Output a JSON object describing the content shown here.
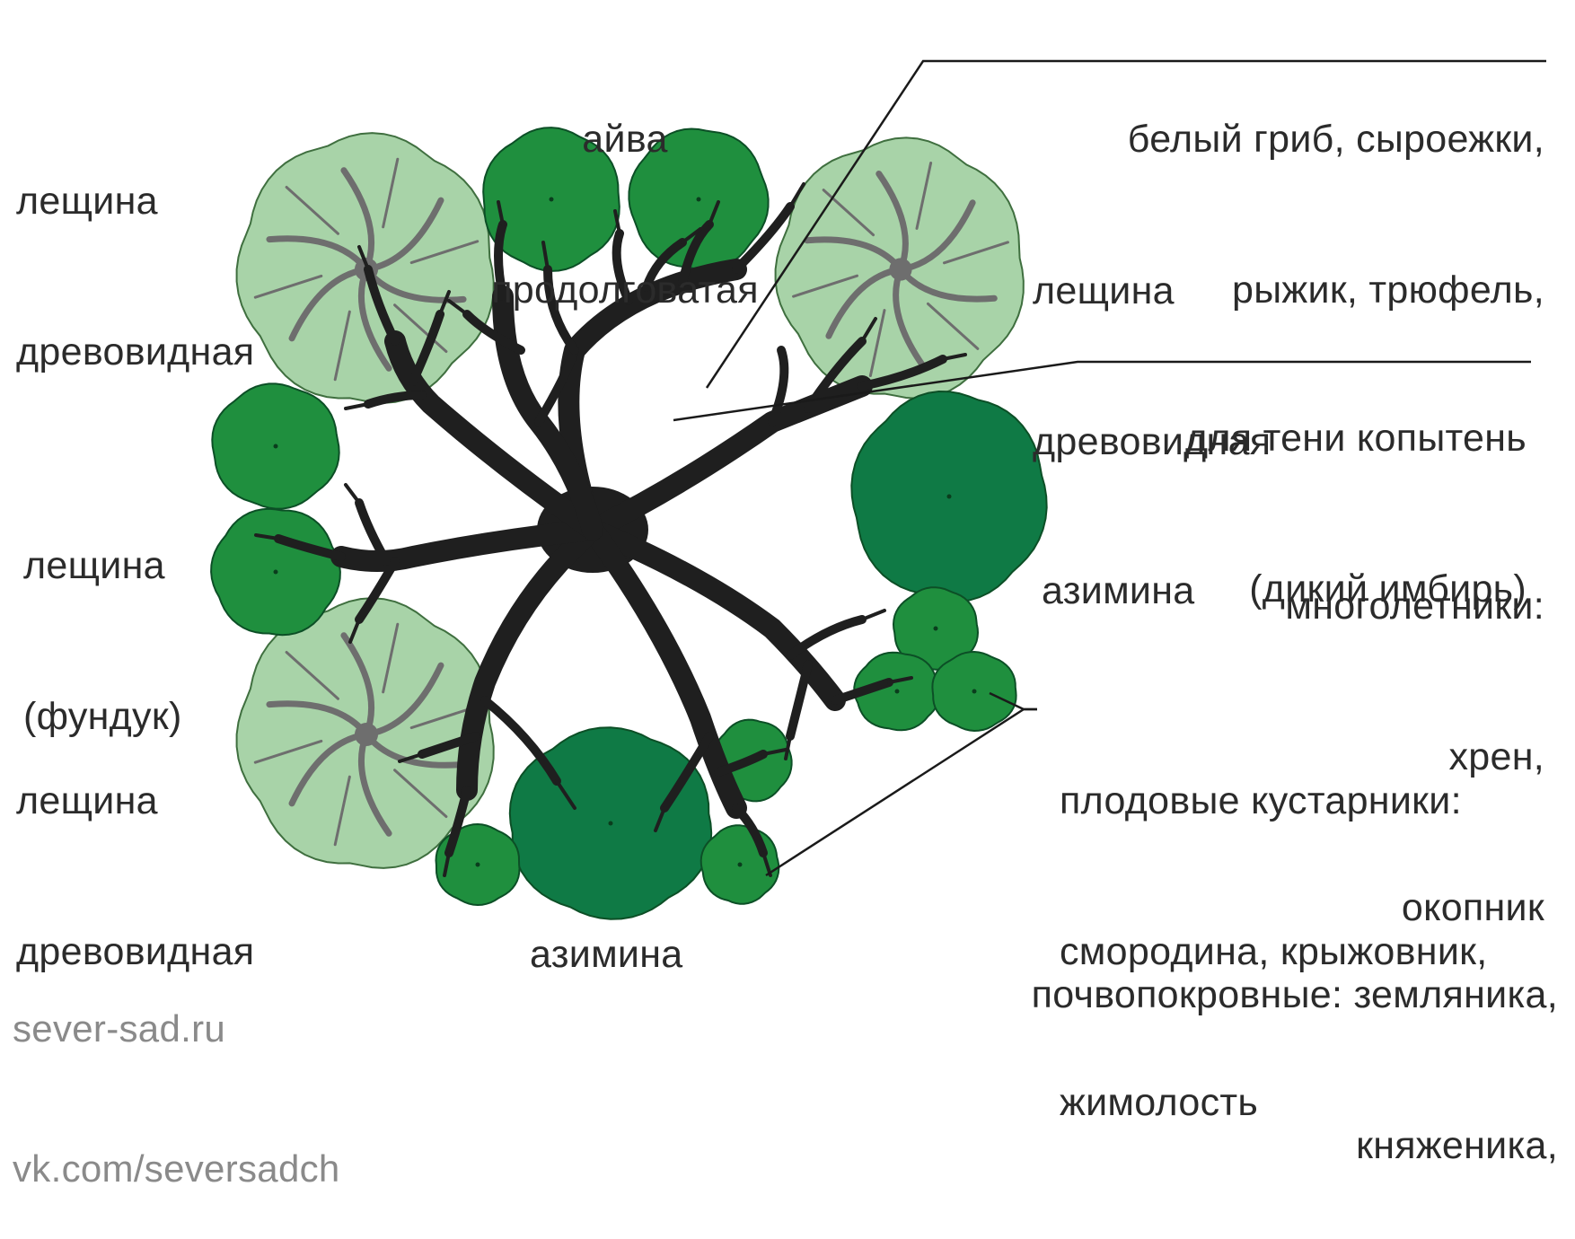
{
  "labels": {
    "hazel_tree_tl": [
      "лещина",
      "древовидная"
    ],
    "quince": [
      "айва",
      "продолговатая"
    ],
    "fungi": [
      "белый гриб, сыроежки,",
      "рыжик, трюфель,"
    ],
    "hazel_tree_tr": [
      "лещина",
      "древовидная"
    ],
    "ginger": [
      "для тени копытень",
      "(дикий имбирь)"
    ],
    "hazel_nut": [
      "лещина",
      "(фундук)"
    ],
    "perennials": [
      "многолетники:",
      "хрен,",
      "окопник"
    ],
    "pawpaw_right": "азимина",
    "hazel_tree_bl": [
      "лещина",
      "древовидная"
    ],
    "shrubs": [
      "плодовые кустарники:",
      "смородина, крыжовник,",
      "жимолость"
    ],
    "groundcover": [
      "почвопокровные: земляника,",
      "княженика,"
    ],
    "pawpaw_bottom": "азимина"
  },
  "credits": [
    "sever-sad.ru",
    "vk.com/seversadch"
  ],
  "colors": {
    "hazel_tree_fill": "#a8d3a8",
    "hazel_tree_branch": "#6e6e6e",
    "bush_green": "#1f8f3e",
    "pawpaw_green": "#0f7a45",
    "central_tree": "#1f1f1f",
    "text": "#2b2b2b",
    "credit_text": "#8a8a8a"
  },
  "icons": [
    "central-tree-icon",
    "hazel-tree-icon",
    "quince-bush-icon",
    "pawpaw-tree-icon",
    "fruit-shrub-icon"
  ]
}
